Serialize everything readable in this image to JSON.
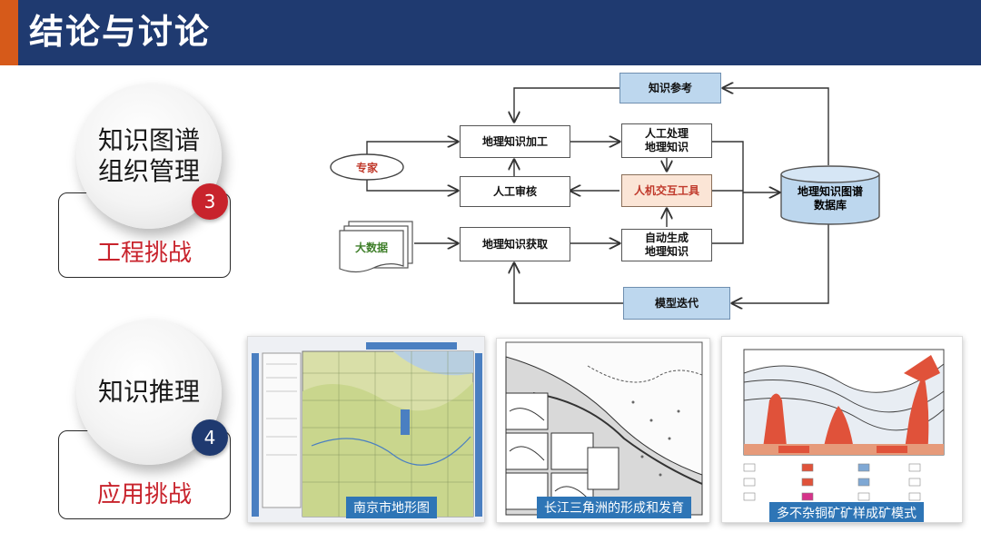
{
  "header": {
    "title": "结论与讨论"
  },
  "sections": [
    {
      "topic_line1": "知识图谱",
      "topic_line2": "组织管理",
      "badge": "3",
      "challenge": "工程挑战",
      "badge_color": "#c8232c"
    },
    {
      "topic_line1": "知识推理",
      "topic_line2": "",
      "badge": "4",
      "challenge": "应用挑战",
      "badge_color": "#1f3a70"
    }
  ],
  "diagram": {
    "knowledge_ref": "知识参考",
    "expert": "专家",
    "big_data": "大数据",
    "geo_processing": "地理知识加工",
    "manual_review": "人工审核",
    "geo_acquisition": "地理知识获取",
    "manual_processing_1": "人工处理",
    "manual_processing_2": "地理知识",
    "interaction_tool": "人机交互工具",
    "auto_gen_1": "自动生成",
    "auto_gen_2": "地理知识",
    "kg_db_1": "地理知识图谱",
    "kg_db_2": "数据库",
    "model_iteration": "模型迭代"
  },
  "images": [
    {
      "caption": "南京市地形图",
      "icon": "topographic-map"
    },
    {
      "caption": "长江三角洲的形成和发育",
      "icon": "delta-map"
    },
    {
      "caption": "多不杂铜矿矿样成矿模式",
      "icon": "ore-model"
    }
  ],
  "colors": {
    "header": "#1f3a70",
    "accent": "#d65a1a",
    "red": "#c8232c",
    "diagram_blue": "#bdd7ee",
    "caption_blue": "#2e75b6"
  }
}
